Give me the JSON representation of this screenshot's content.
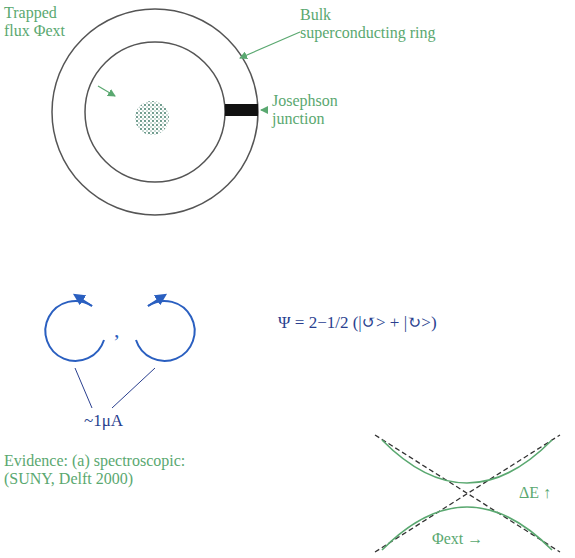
{
  "diagram": {
    "labels": [
      "Trapped flux Φext",
      "Bulk superconducting ring",
      "Josephson junction",
      ",",
      "~1μA",
      "Ψ = 2−1/2 (|↺> + |↻>)",
      "Evidence: (a) spectroscopic: (SUNY, Delft 2000)",
      "ΔE ↑",
      "Φext →"
    ]
  }
}
